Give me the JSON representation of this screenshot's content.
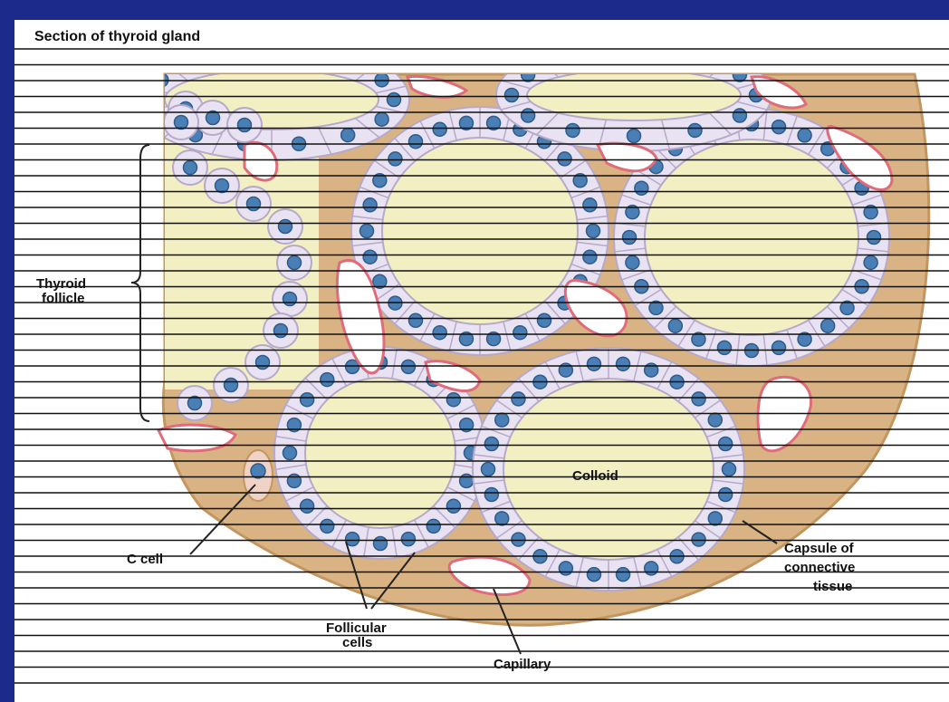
{
  "title": "Section of thyroid gland",
  "labels": {
    "thyroid_follicle_1": "Thyroid",
    "thyroid_follicle_2": "follicle",
    "colloid": "Colloid",
    "c_cell": "C cell",
    "follicular_1": "Follicular",
    "follicular_2": "cells",
    "capillary": "Capillary",
    "capsule_1": "Capsule of",
    "capsule_2": "connective",
    "capsule_3": "tissue"
  },
  "colors": {
    "background_frame": "#1c2a8c",
    "colloid": "#f2f0c2",
    "connective_tissue": "#d9b383",
    "cell": "#e9e2f2",
    "nucleus": "#4a7fb5",
    "capillary_wall": "#e06b7a"
  }
}
